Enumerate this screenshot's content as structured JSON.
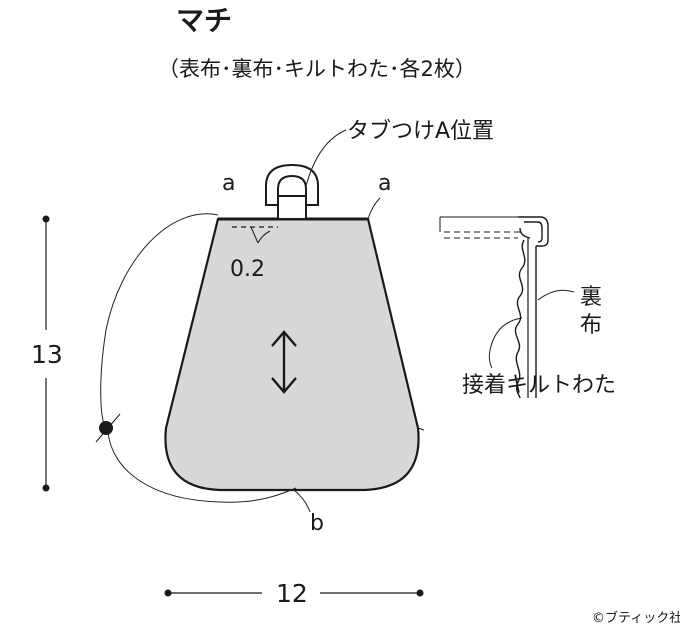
{
  "title": "マチ",
  "subtitle": "（表布･裏布･キルトわた･各2枚）",
  "labels": {
    "tab_position": "タブつけA位置",
    "corner_left": "a",
    "corner_right": "a",
    "bottom_point": "b",
    "seam_allowance": "0.2",
    "lining": "裏布",
    "fusible_batting": "接着キルトわた"
  },
  "dimensions": {
    "height": "13",
    "width": "12"
  },
  "copyright": "©ブティック社",
  "colors": {
    "panel_fill": "#d8d8d8",
    "line": "#1a1a1a"
  },
  "icons": {
    "grain": "double-arrow-vertical",
    "tab": "d-ring-tab"
  }
}
